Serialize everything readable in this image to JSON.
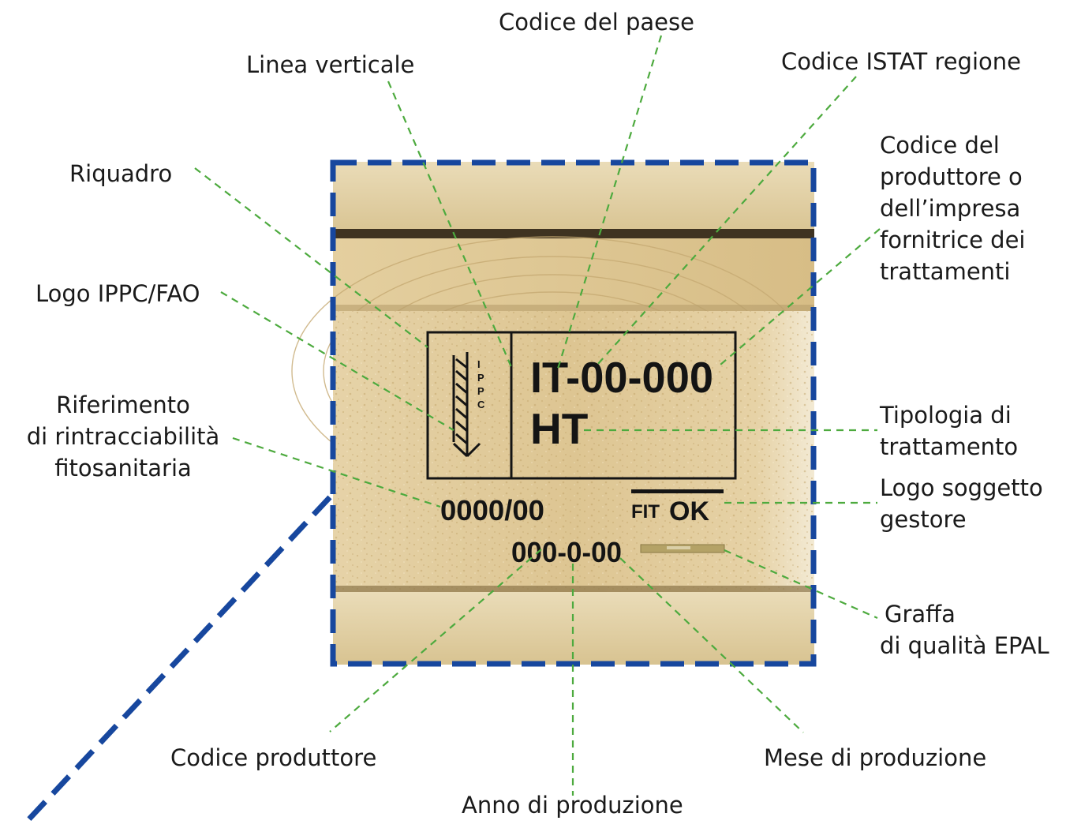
{
  "labels": {
    "codice_paese": "Codice del paese",
    "linea_verticale": "Linea verticale",
    "codice_istat": "Codice ISTAT regione",
    "riquadro": "Riquadro",
    "codice_produttore_impresa": [
      "Codice del",
      "produttore o",
      "dell’impresa",
      "fornitrice dei",
      "trattamenti"
    ],
    "logo_ippc": "Logo IPPC/FAO",
    "riferimento": [
      "Riferimento",
      "di rintracciabilità",
      "fitosanitaria"
    ],
    "tipologia": [
      "Tipologia di",
      "trattamento"
    ],
    "logo_soggetto": [
      "Logo soggetto",
      "gestore"
    ],
    "graffa": [
      "Graffa",
      "di qualità EPAL"
    ],
    "codice_produttore": "Codice produttore",
    "mese": "Mese di produzione",
    "anno": "Anno di produzione"
  },
  "stamp": {
    "ippc_letters": "IPPC",
    "code_line": "IT-00-000",
    "treatment": "HT",
    "traceability": "0000/00",
    "production_code": "000-0-00",
    "logo_fit": "FIT",
    "logo_ok": "OK"
  },
  "colors": {
    "leader": "#4daa3e",
    "frame": "#17479e",
    "wood_light": "#e9d6ad",
    "wood_mid": "#d9bf8c",
    "ink": "#141414",
    "staple": "#b4a266"
  }
}
